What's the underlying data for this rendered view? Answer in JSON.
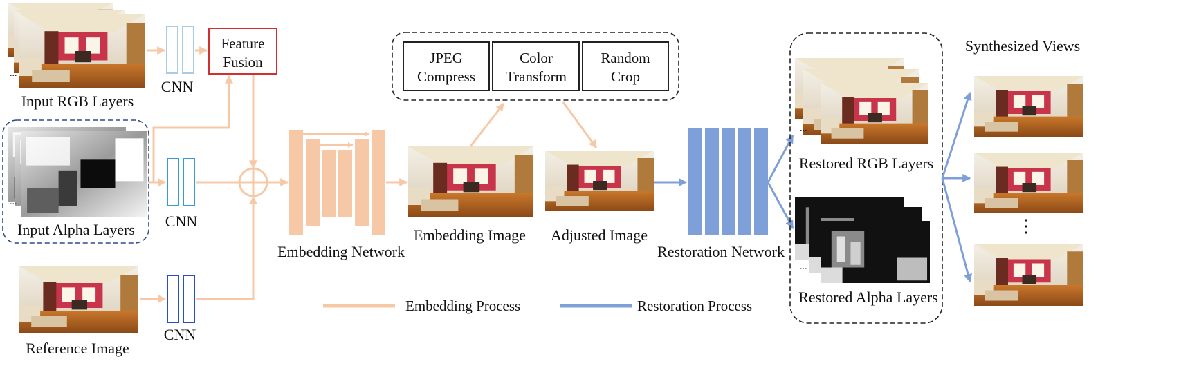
{
  "inputs": {
    "rgb_label": "Input RGB Layers",
    "alpha_label": "Input Alpha Layers",
    "reference_label": "Reference Image",
    "ellipsis": "..."
  },
  "cnn_label": "CNN",
  "fusion": {
    "line1": "Feature",
    "line2": "Fusion"
  },
  "embedding_network_label": "Embedding Network",
  "embedding_image_label": "Embedding Image",
  "adjusted_image_label": "Adjusted Image",
  "distortions": [
    {
      "line1": "JPEG",
      "line2": "Compress"
    },
    {
      "line1": "Color",
      "line2": "Transform"
    },
    {
      "line1": "Random",
      "line2": "Crop"
    }
  ],
  "restoration_network_label": "Restoration Network",
  "outputs": {
    "rgb_label": "Restored RGB Layers",
    "alpha_label": "Restored Alpha Layers"
  },
  "synthesized_views_label": "Synthesized Views",
  "vertical_ellipsis": "⋮",
  "legend": {
    "embedding": "Embedding Process",
    "restoration": "Restoration Process"
  },
  "colors": {
    "embedding": "#f7c8a6",
    "restoration": "#7f9fd8",
    "cnn_light": "#a8cbe8",
    "cnn_mid": "#3a9ad8",
    "cnn_dark": "#2a4ec8",
    "fusion_border": "#d32f2f",
    "alpha_box": "#2c4a8a"
  }
}
